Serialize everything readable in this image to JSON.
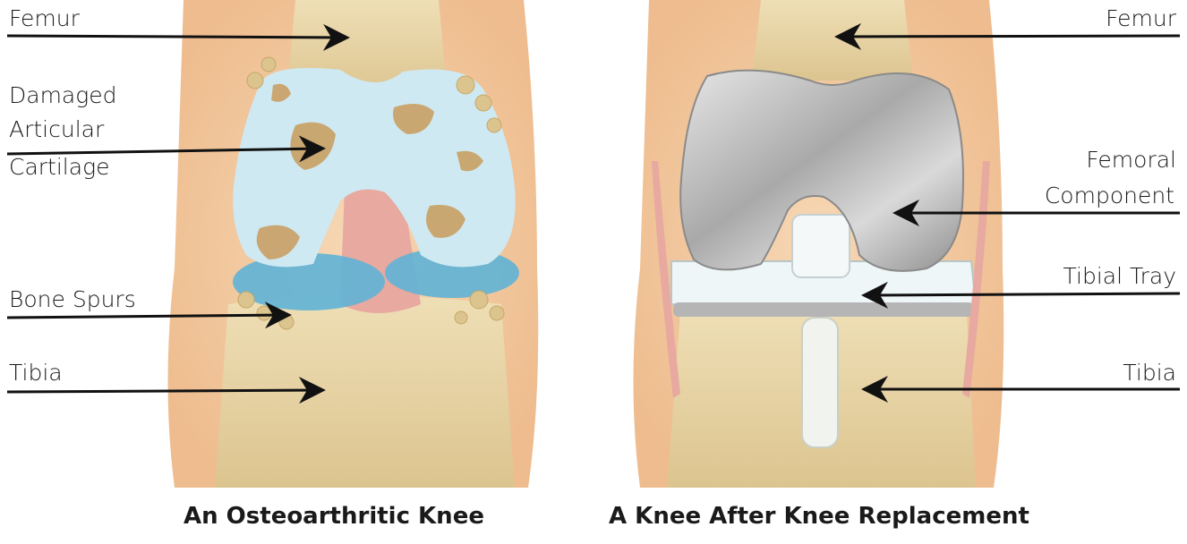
{
  "left_panel": {
    "caption": "An Osteoarthritic Knee",
    "labels": {
      "femur": "Femur",
      "cartilage_line1": "Damaged",
      "cartilage_line2": "Articular",
      "cartilage_line3": "Cartilage",
      "bone_spurs": "Bone Spurs",
      "tibia": "Tibia"
    }
  },
  "right_panel": {
    "caption": "A Knee After Knee Replacement",
    "labels": {
      "femur": "Femur",
      "femoral_line1": "Femoral",
      "femoral_line2": "Component",
      "tibial_tray": "Tibial Tray",
      "tibia": "Tibia"
    }
  },
  "colors": {
    "skin": "#f2c9a0",
    "bone": "#e9d6a8",
    "cartilage": "#cfe9f3",
    "meniscus": "#5fb3d6",
    "damage": "#c9a064",
    "ligament": "#e7a9a0",
    "implant_metal": "#b8b8b8",
    "implant_plastic": "#eef6f7"
  }
}
